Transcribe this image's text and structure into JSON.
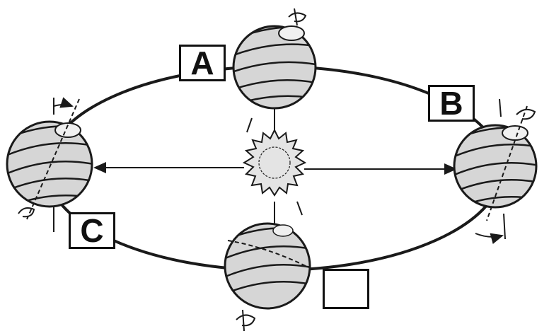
{
  "labels": {
    "a": "A",
    "b": "B",
    "c": "C",
    "d": ""
  },
  "colors": {
    "ink": "#1a1a1a",
    "globe_fill": "#d6d6d6",
    "sun_fill": "#e4e4e4",
    "background": "#ffffff"
  },
  "icons": [
    "sun-icon",
    "earth-globe-icon",
    "rotation-arrow-icon",
    "orbit-arrow-icon"
  ]
}
